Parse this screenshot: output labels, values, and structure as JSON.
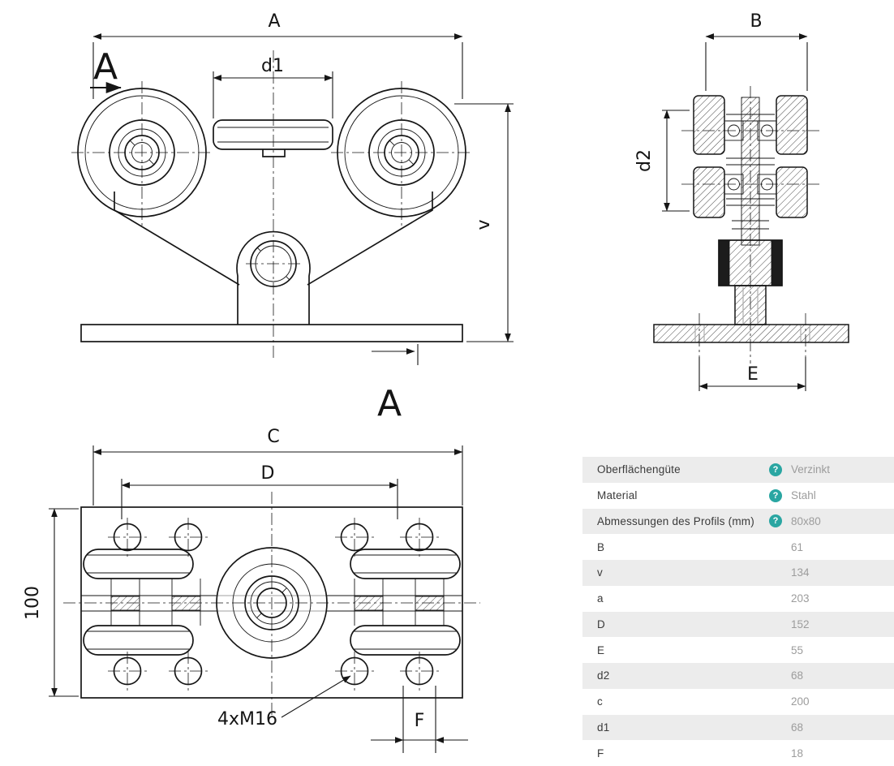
{
  "colors": {
    "accent_teal": "#2aa6a2",
    "row_alt": "#ececec",
    "line": "#161616",
    "value_text": "#9c9c9c"
  },
  "drawing": {
    "front_view": {
      "dim_width": "A",
      "section_marker": "A",
      "dim_roller": "d1",
      "dim_height": "v",
      "section_view_label": "A"
    },
    "side_view": {
      "dim_width": "B",
      "dim_roller": "d2",
      "dim_bolt_spacing": "E"
    },
    "plan_view": {
      "dim_length": "C",
      "dim_bolt_length": "D",
      "dim_depth": "100",
      "bolt_note": "4xM16",
      "dim_slot": "F"
    }
  },
  "spec_table": {
    "icon_glyph": "?",
    "rows": [
      {
        "label": "Oberflächengüte",
        "value": "Verzinkt",
        "has_icon": true
      },
      {
        "label": "Material",
        "value": "Stahl",
        "has_icon": true
      },
      {
        "label": "Abmessungen des Profils (mm)",
        "value": "80x80",
        "has_icon": true
      },
      {
        "label": "B",
        "value": "61"
      },
      {
        "label": "v",
        "value": "134"
      },
      {
        "label": "a",
        "value": "203"
      },
      {
        "label": "D",
        "value": "152"
      },
      {
        "label": "E",
        "value": "55"
      },
      {
        "label": "d2",
        "value": "68"
      },
      {
        "label": "c",
        "value": "200"
      },
      {
        "label": "d1",
        "value": "68"
      },
      {
        "label": "F",
        "value": "18"
      }
    ]
  }
}
